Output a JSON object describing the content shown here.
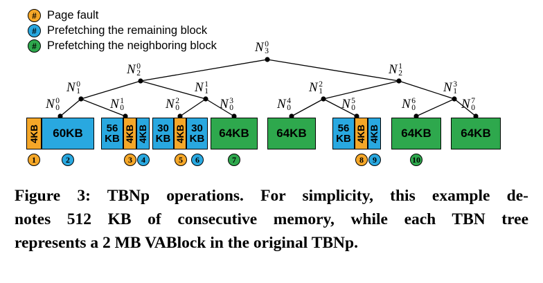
{
  "palette": {
    "page_fault": "#F5A728",
    "prefetch_remaining": "#29A8E0",
    "prefetch_neighboring": "#2EA84D"
  },
  "legend": {
    "symbol": "#",
    "items": [
      {
        "label": "Page fault"
      },
      {
        "label": "Prefetching the remaining block"
      },
      {
        "label": "Prefetching the neighboring block"
      }
    ]
  },
  "tree": {
    "nodes": [
      {
        "base": "N",
        "sup": "0",
        "sub": "3"
      },
      {
        "base": "N",
        "sup": "0",
        "sub": "2"
      },
      {
        "base": "N",
        "sup": "1",
        "sub": "2"
      },
      {
        "base": "N",
        "sup": "0",
        "sub": "1"
      },
      {
        "base": "N",
        "sup": "1",
        "sub": "1"
      },
      {
        "base": "N",
        "sup": "2",
        "sub": "1"
      },
      {
        "base": "N",
        "sup": "3",
        "sub": "1"
      },
      {
        "base": "N",
        "sup": "0",
        "sub": "0"
      },
      {
        "base": "N",
        "sup": "1",
        "sub": "0"
      },
      {
        "base": "N",
        "sup": "2",
        "sub": "0"
      },
      {
        "base": "N",
        "sup": "3",
        "sub": "0"
      },
      {
        "base": "N",
        "sup": "4",
        "sub": "0"
      },
      {
        "base": "N",
        "sup": "5",
        "sub": "0"
      },
      {
        "base": "N",
        "sup": "6",
        "sub": "0"
      },
      {
        "base": "N",
        "sup": "7",
        "sub": "0"
      }
    ]
  },
  "blocks": [
    {
      "label": "4KB",
      "type": "page_fault"
    },
    {
      "label": "60KB",
      "type": "prefetch_remaining"
    },
    {
      "label": "56 KB",
      "type": "prefetch_remaining"
    },
    {
      "label": "4KB",
      "type": "page_fault"
    },
    {
      "label": "4KB",
      "type": "prefetch_remaining"
    },
    {
      "label": "30 KB",
      "type": "prefetch_remaining"
    },
    {
      "label": "4KB",
      "type": "page_fault"
    },
    {
      "label": "30 KB",
      "type": "prefetch_remaining"
    },
    {
      "label": "64KB",
      "type": "prefetch_neighboring"
    },
    {
      "label": "64KB",
      "type": "prefetch_neighboring"
    },
    {
      "label": "56 KB",
      "type": "prefetch_remaining"
    },
    {
      "label": "4KB",
      "type": "page_fault"
    },
    {
      "label": "4KB",
      "type": "prefetch_remaining"
    },
    {
      "label": "64KB",
      "type": "prefetch_neighboring"
    },
    {
      "label": "64KB",
      "type": "prefetch_neighboring"
    }
  ],
  "step_markers": [
    {
      "number": "1",
      "type": "page_fault"
    },
    {
      "number": "2",
      "type": "prefetch_remaining"
    },
    {
      "number": "3",
      "type": "page_fault"
    },
    {
      "number": "4",
      "type": "prefetch_remaining"
    },
    {
      "number": "5",
      "type": "page_fault"
    },
    {
      "number": "6",
      "type": "prefetch_remaining"
    },
    {
      "number": "7",
      "type": "prefetch_neighboring"
    },
    {
      "number": "8",
      "type": "page_fault"
    },
    {
      "number": "9",
      "type": "prefetch_remaining"
    },
    {
      "number": "10",
      "type": "prefetch_neighboring"
    }
  ],
  "caption": {
    "lines": [
      "Figure 3: TBNp operations. For simplicity, this example de-",
      "notes 512 KB of consecutive memory, while each TBN tree",
      "represents a 2 MB VABlock in the original TBNp."
    ]
  }
}
